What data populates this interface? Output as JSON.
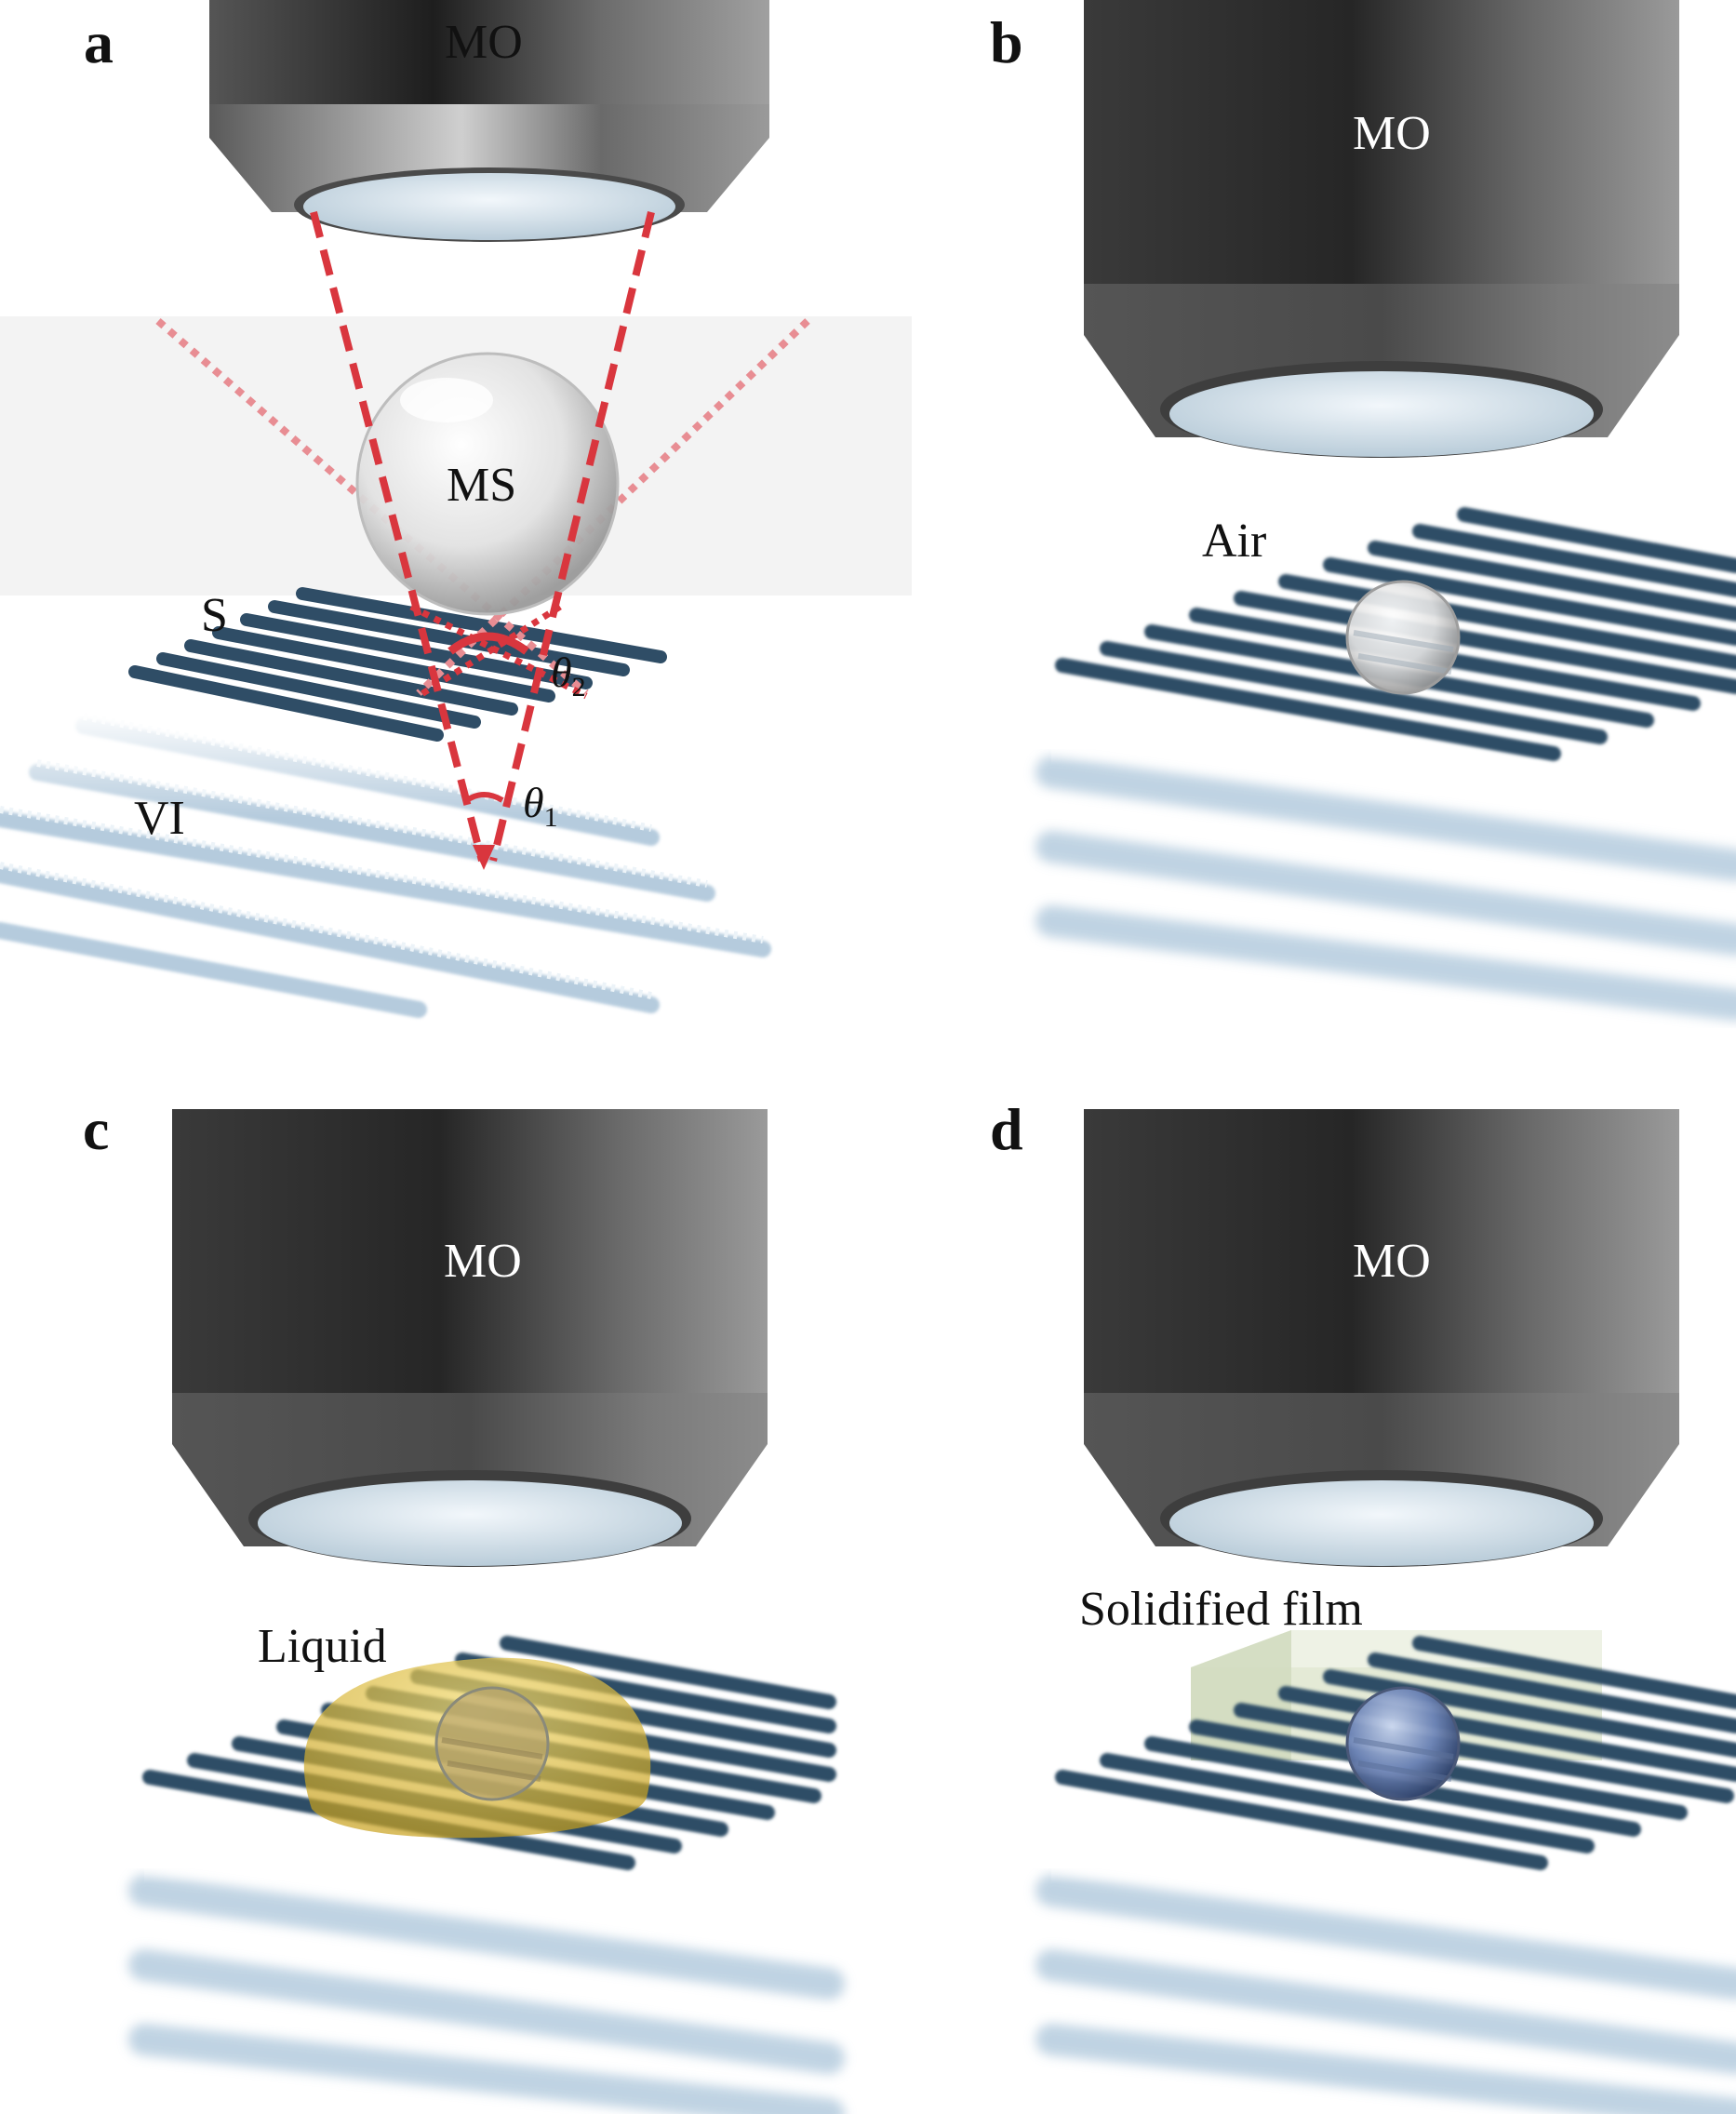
{
  "figure": {
    "panels": [
      {
        "id": "a",
        "letter": "a",
        "objective_label": "MO",
        "sphere_label": "MS",
        "substrate_label": "S",
        "virtual_image_label": "VI",
        "angle_1_symbol": "θ",
        "angle_1_subscript": "1",
        "angle_2_symbol": "θ",
        "angle_2_subscript": "2",
        "ray_color": "#d9363e",
        "ray_color_faint": "#e88d93"
      },
      {
        "id": "b",
        "letter": "b",
        "objective_label": "MO",
        "medium_label": "Air"
      },
      {
        "id": "c",
        "letter": "c",
        "objective_label": "MO",
        "medium_label": "Liquid",
        "medium_color": "#e3c23a"
      },
      {
        "id": "d",
        "letter": "d",
        "objective_label": "MO",
        "medium_label": "Solidified film",
        "medium_color": "#dfe6cf"
      }
    ],
    "colors": {
      "objective_dark": "#2a2a2a",
      "objective_light": "#8a8a8a",
      "lens": "#d7e3ec",
      "grating": "#2f4d66",
      "image_stripes": "#b9cfe0"
    }
  }
}
